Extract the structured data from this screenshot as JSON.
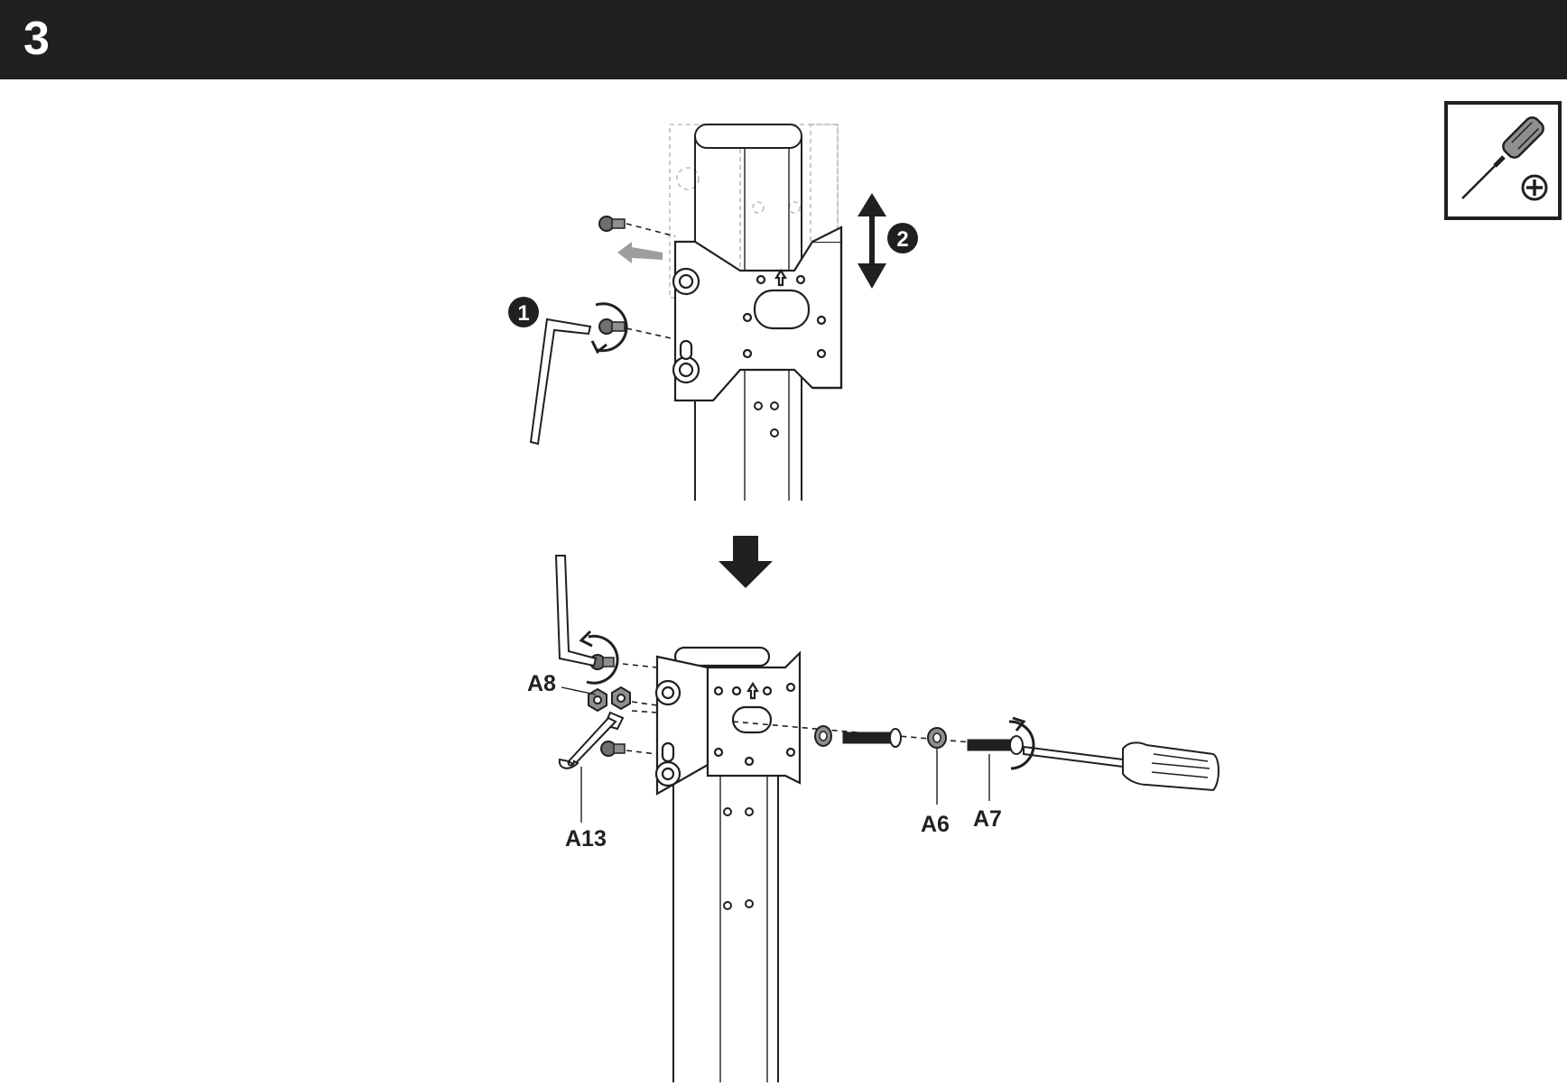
{
  "header": {
    "step_number": "3"
  },
  "callouts": {
    "action_1": "1",
    "action_2": "2"
  },
  "parts": {
    "a8": "A8",
    "a13": "A13",
    "a6": "A6",
    "a7": "A7"
  },
  "tools": {
    "icon": "phillips-screwdriver-icon"
  },
  "colors": {
    "ink": "#221f1f",
    "ghost": "#bdbdbd",
    "arrow_gray": "#9d9d9d"
  }
}
